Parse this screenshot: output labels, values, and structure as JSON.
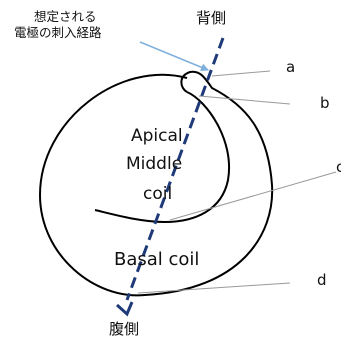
{
  "annotation": {
    "line1": "想定される",
    "line2": "電極の刺入経路"
  },
  "direction": {
    "top": "背側",
    "bottom": "腹側"
  },
  "regions": {
    "apical": "Apical",
    "middle": "Middle",
    "coil": "coil",
    "basal": "Basal coil"
  },
  "points": {
    "a": "a",
    "b": "b",
    "c": "c",
    "d": "d"
  },
  "colors": {
    "path_arrow": "#1f3a78",
    "annotation_arrow": "#7fb0dc",
    "outline": "#000000",
    "leader_lines": "#999999"
  }
}
